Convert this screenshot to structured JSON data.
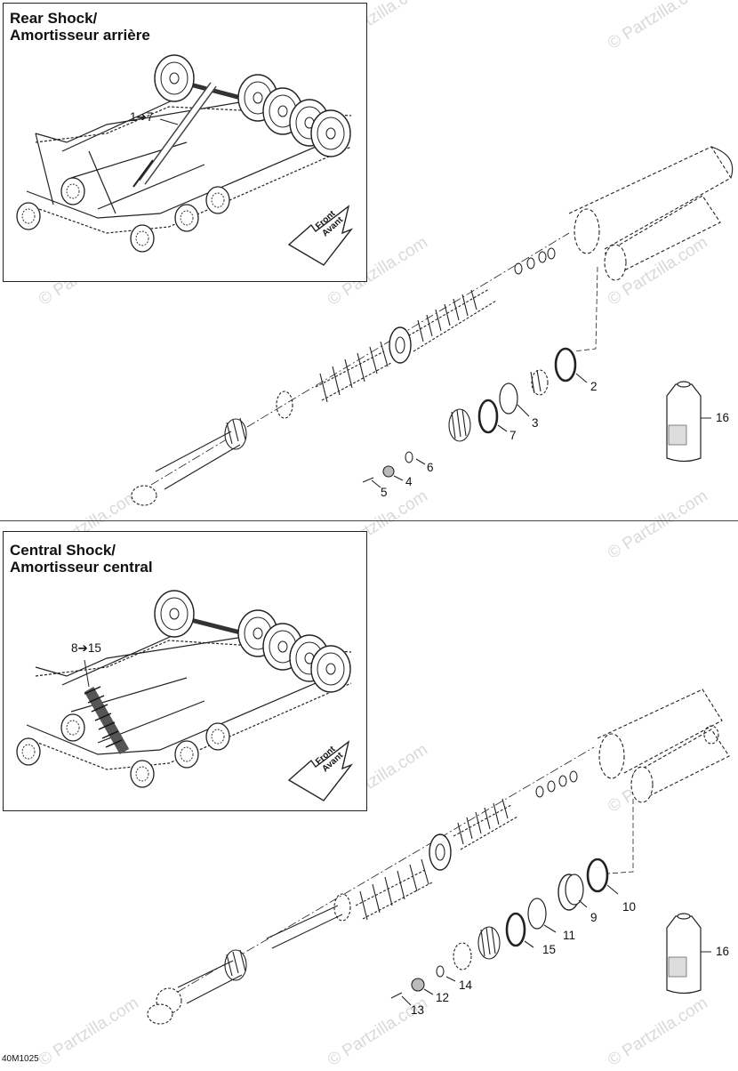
{
  "watermark": "© Partzilla.com",
  "diagram_code": "40M1025",
  "panels": [
    {
      "title_line1": "Rear Shock/",
      "title_line2": "Amortisseur arrière",
      "range_label": "1➔7",
      "front_en": "Front",
      "front_fr": "Avant"
    },
    {
      "title_line1": "Central Shock/",
      "title_line2": "Amortisseur central",
      "range_label": "8➔15",
      "front_en": "Front",
      "front_fr": "Avant"
    }
  ],
  "callouts": {
    "c2": "2",
    "c3": "3",
    "c4": "4",
    "c5": "5",
    "c6": "6",
    "c7": "7",
    "c16a": "16",
    "c9": "9",
    "c10": "10",
    "c11": "11",
    "c12": "12",
    "c13": "13",
    "c14": "14",
    "c15": "15",
    "c16b": "16"
  }
}
